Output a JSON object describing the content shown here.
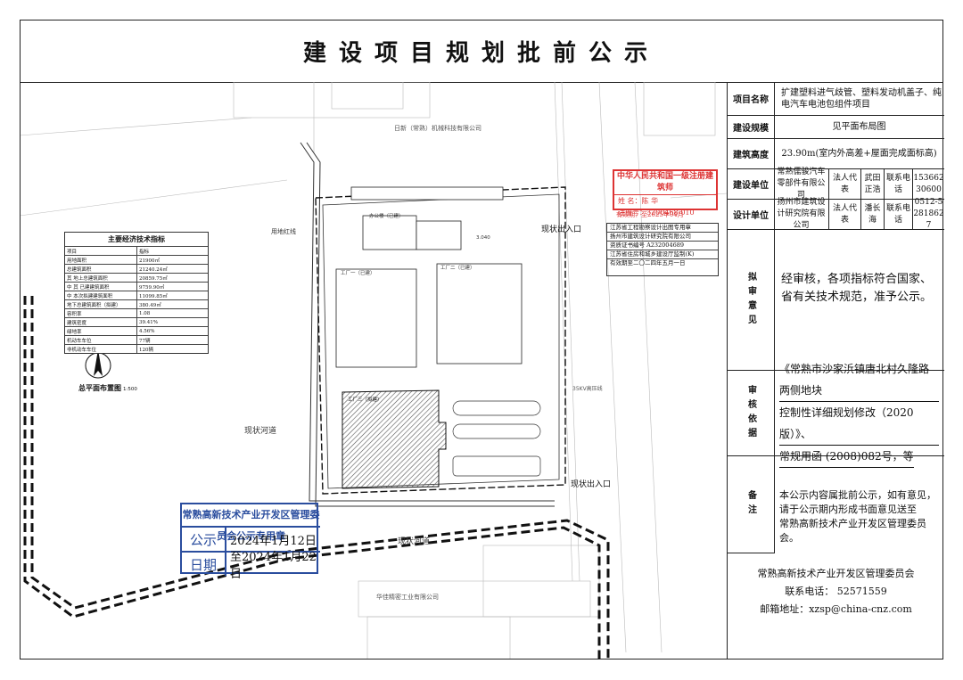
{
  "title": "建设项目规划批前公示",
  "panel": {
    "project_name": {
      "label": "项目名称",
      "value": "扩建塑料进气歧管、塑料发动机盖子、纯电汽车电池包组件项目"
    },
    "scale": {
      "label": "建设规模",
      "value": "见平面布局图"
    },
    "height": {
      "label": "建筑高度",
      "value": "23.90m(室内外高差+屋面完成面标高)"
    },
    "builder": {
      "label": "建设单位",
      "value": "常熟儒骏汽车零部件有限公司",
      "rep_label": "法人代表",
      "rep": "武田正浩",
      "tel_label": "联系电话",
      "tel": "15366230600"
    },
    "designer": {
      "label": "设计单位",
      "value": "扬州市建筑设计研究院有限公司",
      "rep_label": "法人代表",
      "rep": "潘长海",
      "tel_label": "联系电话",
      "tel": "0512-52818627"
    },
    "opinion": {
      "label": "拟审意见",
      "text": "经审核，各项指标符合国家、省有关技术规范，准予公示。"
    },
    "basis": {
      "label": "审核依据",
      "line1": "《常熟市沙家浜镇唐北村久隆路两侧地块",
      "line2": "控制性详细规划修改（2020版）》、",
      "line3": "常规用函 (2008)082号，等"
    },
    "notes": {
      "label": "备注",
      "line1": "本公示内容属批前公示，如有意见，",
      "line2": "请于公示期内形成书面意见送至",
      "line3": "常熟高新技术产业开发区管理委员会。"
    },
    "footer": {
      "org": "常熟高新技术产业开发区管理委员会",
      "tel": "联系电话： 52571559",
      "email": "邮箱地址：xzsp@china-cnz.com"
    }
  },
  "econ_table": {
    "title": "主要经济技术指标",
    "rows": [
      [
        "项目",
        "指标"
      ],
      [
        "用地面积",
        "21900㎡"
      ],
      [
        "总建筑面积",
        "21240.24㎡"
      ],
      [
        "其 地上总建筑面积",
        "20859.75㎡"
      ],
      [
        "中 其 已建建筑面积",
        "9759.90㎡"
      ],
      [
        "中 本次拟建建筑面积",
        "11099.85㎡"
      ],
      [
        "地下总建筑面积（拟建）",
        "380.49㎡"
      ],
      [
        "容积率",
        "1.08"
      ],
      [
        "建筑密度",
        "39.41%"
      ],
      [
        "绿地率",
        "4.56%"
      ],
      [
        "机动车车位",
        "77辆"
      ],
      [
        "非机动车车位",
        "120辆"
      ]
    ]
  },
  "map": {
    "plan_title": "总平面布置图",
    "scale": "1:500",
    "north": "N",
    "neighbor_top": "日新（常熟）机械科技有限公司",
    "neighbor_bottom": "华佳精密工业有限公司",
    "river1": "现状河道",
    "river2": "现状河道",
    "entrance1": "现状出入口",
    "entrance2": "现状出入口",
    "redline": "用地红线",
    "road": "35KV高压线",
    "bldg1": "办公楼（已建）",
    "bldg2": "工厂一（已建）",
    "bldg3": "工厂二（已建）",
    "bldg4": "工厂三（拟建）",
    "elev": "3.040"
  },
  "stamp_red": {
    "title": "中华人民共和国一级注册建筑师",
    "name_label": "姓 名：",
    "name": "陈 华",
    "reg": "注册号：3200468-010",
    "valid": "有效期：至2025年04月"
  },
  "stamp_black": {
    "l1": "江苏省工程勘察设计出图专用章",
    "l2": "扬州市建筑设计研究院有限公司",
    "l3": "资质证书编号 A232004689",
    "l4": "江苏省住房和城乡建设厅监制(K)",
    "l5": "有效期至二〇二四年五月一日"
  },
  "notice": {
    "title": "常熟高新技术产业开发区管理委员会公示专用章",
    "l1": "公示",
    "d1": "2024年1月12日",
    "l2": "日期",
    "d2": "至2024年1月22日"
  },
  "colors": {
    "notice": "#2a4d9e",
    "stamp": "#d33333"
  }
}
